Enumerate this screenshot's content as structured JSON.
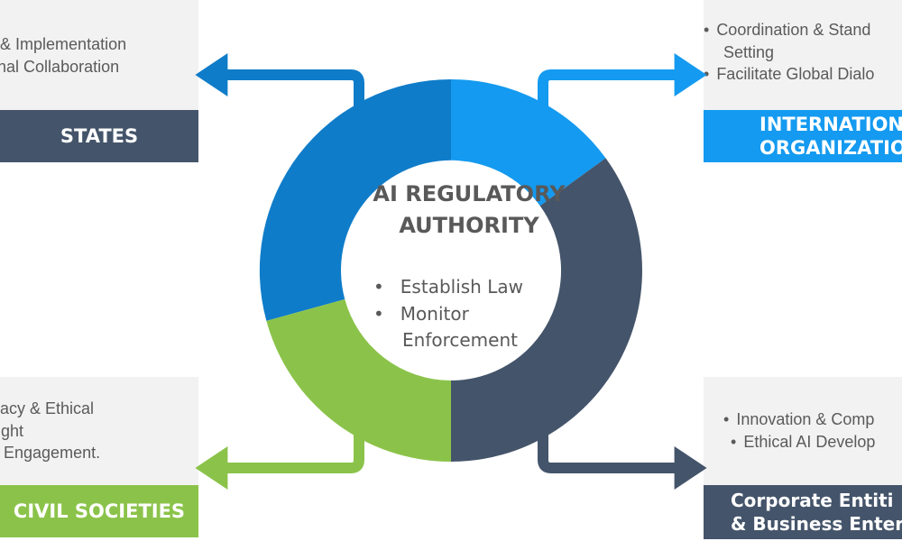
{
  "center": {
    "title_line1": "AI REGULATORY",
    "title_line2": "AUTHORITY",
    "items": [
      "Establish Law",
      "Monitor",
      "Enforcement"
    ]
  },
  "states": {
    "label": "STATES",
    "lines": [
      "lation & Implementation",
      "rnational Collaboration"
    ]
  },
  "international": {
    "label_line1": "INTERNATION",
    "label_line2": "ORGANIZATIO",
    "lines": [
      "Coordination & Stand",
      "Setting",
      "Facilitate Global Dialo"
    ]
  },
  "civil": {
    "label": "CIVIL SOCIETIES",
    "lines": [
      "vocacy & Ethical",
      "ersight",
      "blic Engagement."
    ]
  },
  "corporate": {
    "label_line1": "Corporate Entiti",
    "label_line2": "& Business Enterp",
    "lines": [
      "Innovation & Comp",
      "Ethical AI Develop"
    ]
  },
  "colors": {
    "blue_dark": "#0f7cc9",
    "blue_light": "#149af0",
    "slate": "#44546a",
    "green": "#8bc34a",
    "panel": "#f2f2f2",
    "text": "#595959"
  }
}
